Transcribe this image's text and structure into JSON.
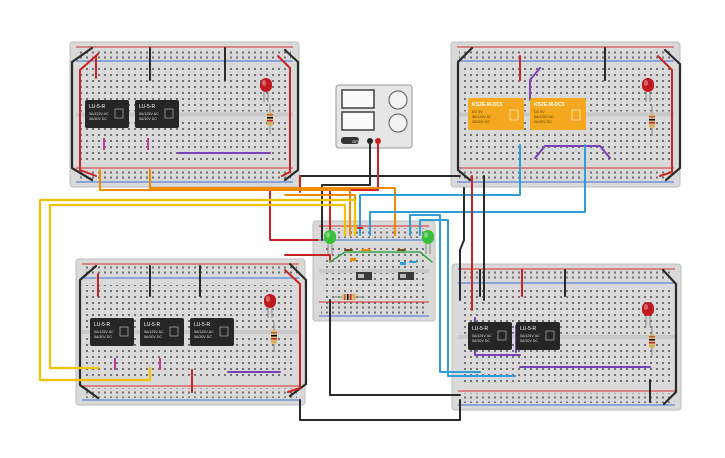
{
  "colors": {
    "board": "#d9d9d9",
    "hole": "#6f6f6f",
    "rail_red": "#d9302b",
    "rail_blue": "#3a6fd8",
    "wire_black": "#2a2a2a",
    "wire_red": "#c82424",
    "wire_orange": "#f08a00",
    "wire_yellow": "#f2c200",
    "wire_blue": "#2f9ed6",
    "wire_purple": "#7b3fb6",
    "wire_brown": "#7a4a1e",
    "wire_green": "#3aa54a",
    "relay_black": "#262626",
    "relay_yellow": "#f4a81d"
  },
  "relays_black_top_left": [
    {
      "name": "LU-5-R",
      "line1": "5A/125V AC",
      "line2": "5A/30V DC"
    },
    {
      "name": "LU-5-R",
      "line1": "5A/125V AC",
      "line2": "5A/30V DC"
    }
  ],
  "relays_yellow_top_right": [
    {
      "name": "KS2E-M-DC5",
      "line1": "DC 5V",
      "line2": "5A/125V AC",
      "line3": "2A/30V DC"
    },
    {
      "name": "KS2E-M-DC5",
      "line1": "DC 5V",
      "line2": "5A/125V AC",
      "line3": "2A/30V DC"
    }
  ],
  "relays_black_bottom_left": [
    {
      "name": "LU-5-R",
      "line1": "5A/125V AC",
      "line2": "5A/30V DC"
    },
    {
      "name": "LU-5-R",
      "line1": "5A/125V AC",
      "line2": "5A/30V DC"
    },
    {
      "name": "LU-5-R",
      "line1": "5A/125V AC",
      "line2": "5A/30V DC"
    }
  ],
  "relays_black_bottom_right": [
    {
      "name": "LU-5-R",
      "line1": "5A/125V AC",
      "line2": "5A/30V DC"
    },
    {
      "name": "LU-5-R",
      "line1": "5A/125V AC",
      "line2": "5A/30V DC"
    }
  ],
  "power_supply": {
    "switch_label": "OFF"
  },
  "icons": {
    "led_red": "red-led-icon",
    "led_green": "green-led-icon",
    "resistor": "resistor-icon",
    "switch": "slide-switch-icon"
  }
}
